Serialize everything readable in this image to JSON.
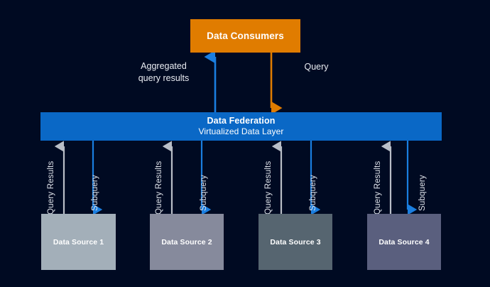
{
  "background_color": "#000a22",
  "diagram": {
    "title_implicit": "Data Federation / Virtualized Data Layer architecture",
    "consumers": {
      "label": "Data Consumers",
      "color": "#e07c00",
      "text_color": "#ffffff"
    },
    "federation": {
      "title": "Data Federation",
      "subtitle": "Virtualized Data Layer",
      "color": "#0a68c6",
      "text_color": "#ffffff"
    },
    "top_flows": [
      {
        "name": "aggregated-query-results",
        "label": "Aggregated\nquery results",
        "direction": "up",
        "color": "#1a7ee0"
      },
      {
        "name": "query",
        "label": "Query",
        "direction": "down",
        "color": "#e07c00"
      }
    ],
    "connector_labels": {
      "results": "Query Results",
      "subquery": "Subquery"
    },
    "connector_colors": {
      "results_arrow": "#b9bec7",
      "subquery_arrow": "#1a7ee0"
    },
    "sources": [
      {
        "label": "Data Source 1",
        "color": "#a3afb9"
      },
      {
        "label": "Data Source 2",
        "color": "#868a9c"
      },
      {
        "label": "Data Source 3",
        "color": "#566570"
      },
      {
        "label": "Data Source 4",
        "color": "#5a5f7e"
      }
    ]
  }
}
